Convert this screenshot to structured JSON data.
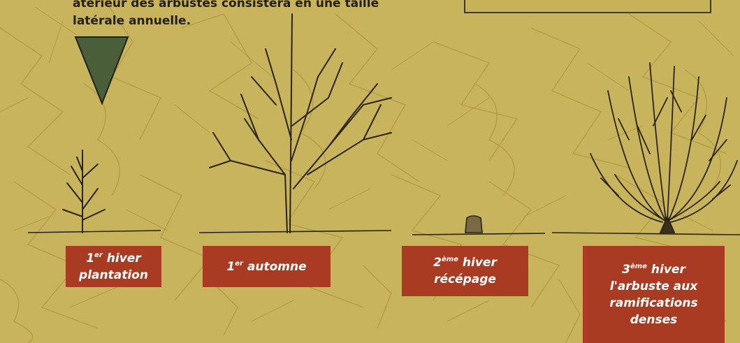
{
  "intro": {
    "line1": "atérieur des arbustes consistera en une taille",
    "line2": "latérale annuelle."
  },
  "stages": [
    {
      "num": "1",
      "sup": "er",
      "word": "hiver",
      "rest": [
        "plantation"
      ]
    },
    {
      "num": "1",
      "sup": "er",
      "word": "automne",
      "rest": []
    },
    {
      "num": "2",
      "sup": "ème",
      "word": "hiver",
      "rest": [
        "récépage"
      ]
    },
    {
      "num": "3",
      "sup": "ème",
      "word": "hiver",
      "rest": [
        "l'arbuste aux",
        "ramifications",
        "denses"
      ]
    }
  ],
  "colors": {
    "background": "#c8b45c",
    "sketch": "#b09a3e",
    "label_bg": "#a83b22",
    "arrow": "#4a5e3a"
  },
  "icons": [
    "down-triangle-arrow",
    "young-shrub",
    "autumn-tree",
    "cut-stump",
    "dense-shrub"
  ]
}
